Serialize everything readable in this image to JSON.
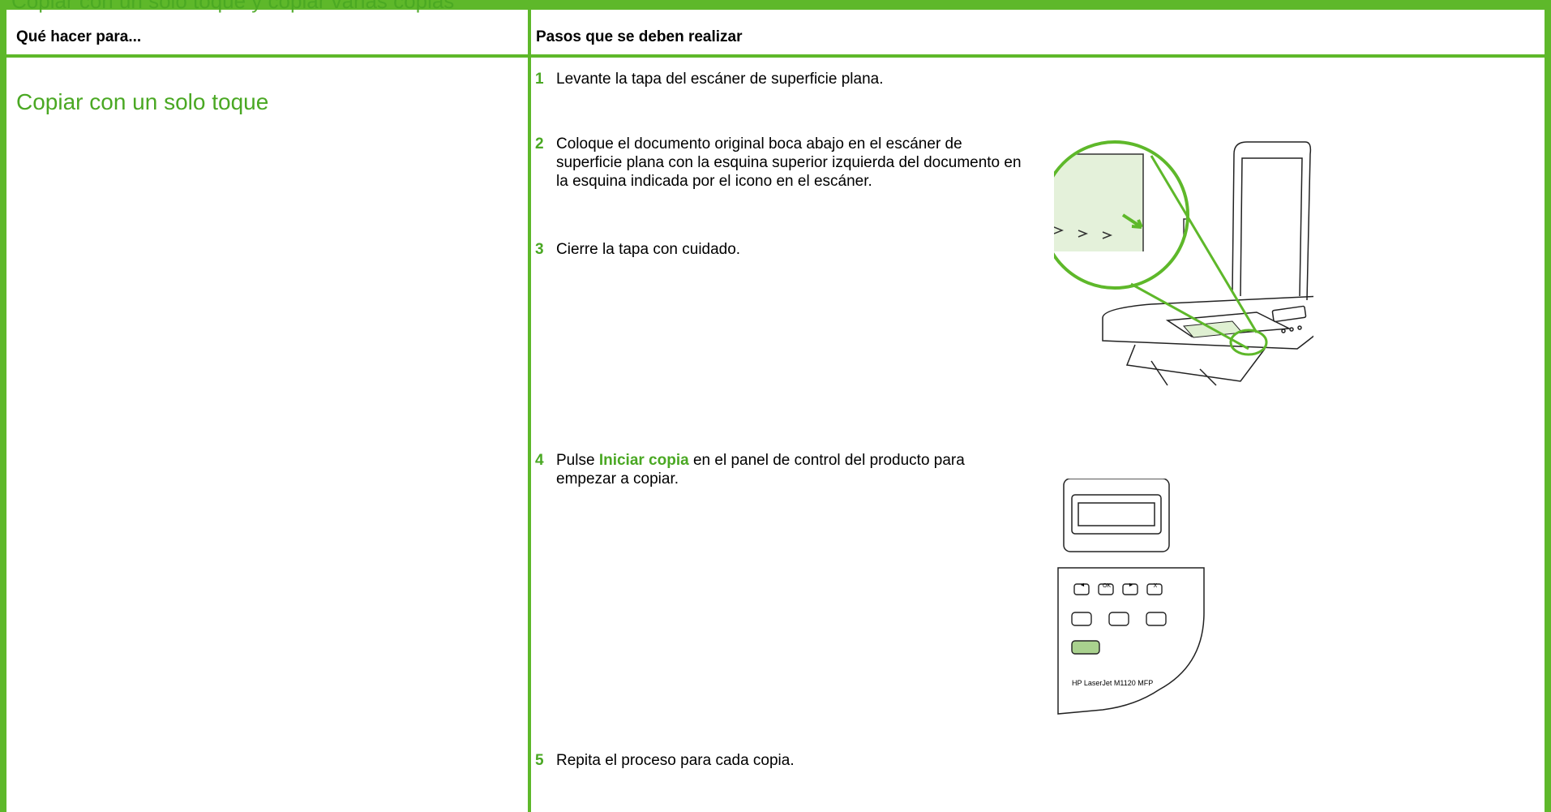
{
  "top_text": "Copiar con un solo toque y copiar varias copias",
  "table": {
    "col_left_header": "Qué hacer para...",
    "col_right_header": "Pasos que se deben realizar"
  },
  "section_title": "Copiar con un solo toque",
  "steps": [
    {
      "num": "1",
      "text": "Levante la tapa del escáner de superficie plana."
    },
    {
      "num": "2",
      "text": "Coloque el documento original boca abajo en el escáner de superficie plana con la esquina superior izquierda del documento en la esquina indicada por el icono en el escáner."
    },
    {
      "num": "3",
      "text": "Cierre la tapa con cuidado."
    },
    {
      "num": "4",
      "pre": "Pulse ",
      "highlight": "Iniciar copia",
      "post": " en el panel de control del producto para empezar a copiar."
    },
    {
      "num": "5",
      "text": "Repita el proceso para cada copia."
    }
  ],
  "control_panel": {
    "buttons": [
      "◄",
      "OK",
      "►",
      "X"
    ],
    "model_label": "HP LaserJet M1120 MFP"
  },
  "colors": {
    "accent": "#5eb82a",
    "accent_text": "#4aa823",
    "highlight_fill": "#a9d18e"
  }
}
